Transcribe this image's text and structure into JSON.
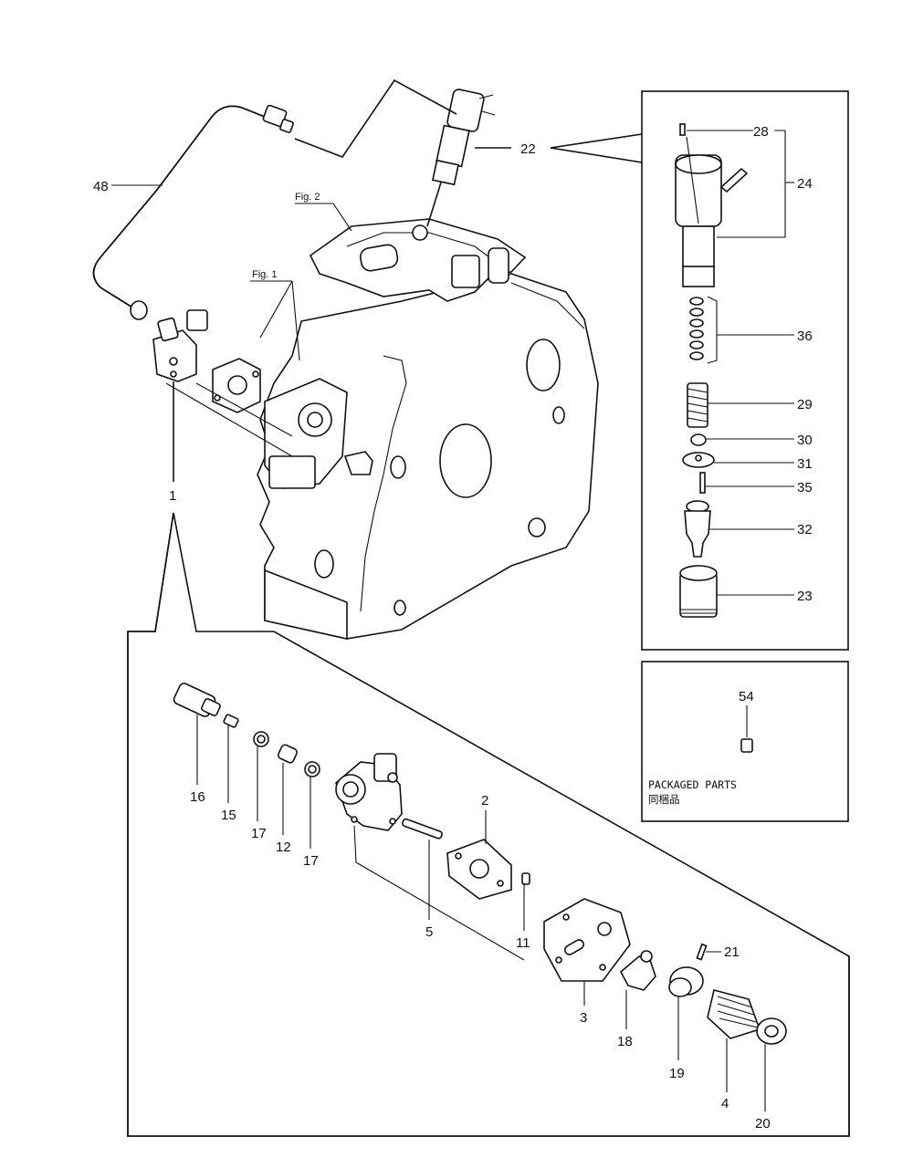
{
  "figure_refs": {
    "fig2": "Fig. 2",
    "fig1": "Fig. 1"
  },
  "callouts": {
    "c48": "48",
    "c22": "22",
    "c1": "1",
    "c28": "28",
    "c24": "24",
    "c36": "36",
    "c29": "29",
    "c30": "30",
    "c31": "31",
    "c35": "35",
    "c32": "32",
    "c23": "23",
    "c54": "54",
    "c16": "16",
    "c15": "15",
    "c17a": "17",
    "c12": "12",
    "c17b": "17",
    "c2": "2",
    "c5": "5",
    "c11": "11",
    "c3": "3",
    "c21": "21",
    "c18": "18",
    "c19": "19",
    "c4": "4",
    "c20": "20"
  },
  "packaged_parts": {
    "title": "PACKAGED PARTS",
    "subtitle": "同梱品"
  }
}
